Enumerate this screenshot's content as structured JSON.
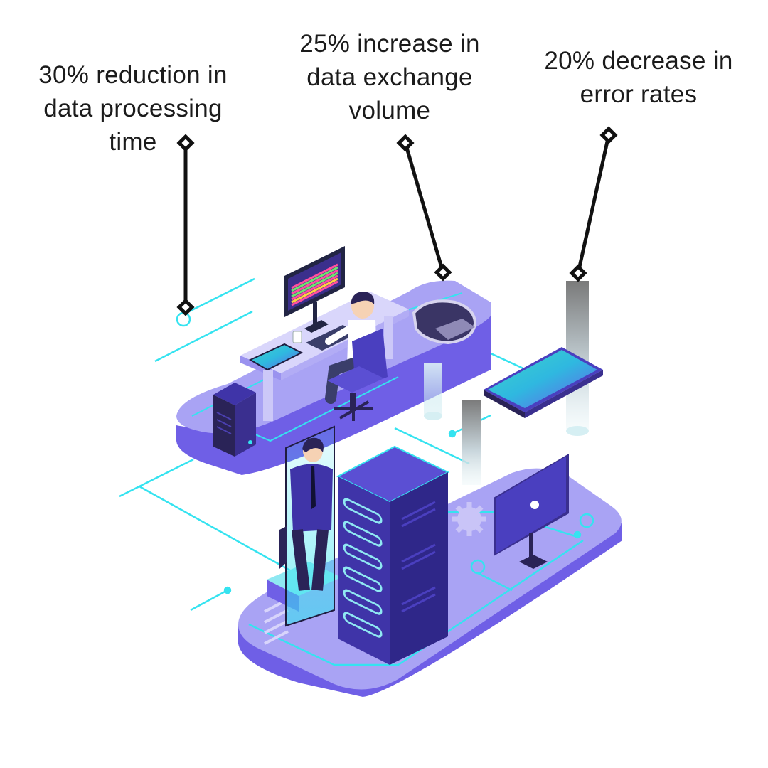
{
  "callouts": [
    {
      "lines": [
        "30% reduction in",
        "data processing",
        "time"
      ]
    },
    {
      "lines": [
        "25% increase in",
        "data exchange",
        "volume"
      ]
    },
    {
      "lines": [
        "20% decrease in",
        "error rates"
      ]
    }
  ],
  "colors": {
    "platform_top": "#a9a3f4",
    "platform_side": "#6f5fe6",
    "server": "#3f34a8",
    "circuit": "#35e3f0",
    "callout_line": "#111111"
  },
  "icons": [
    "server-rack-icon",
    "pc-tower-icon",
    "desktop-monitor-icon",
    "vr-headset-icon",
    "tablet-icon",
    "gear-icon"
  ]
}
